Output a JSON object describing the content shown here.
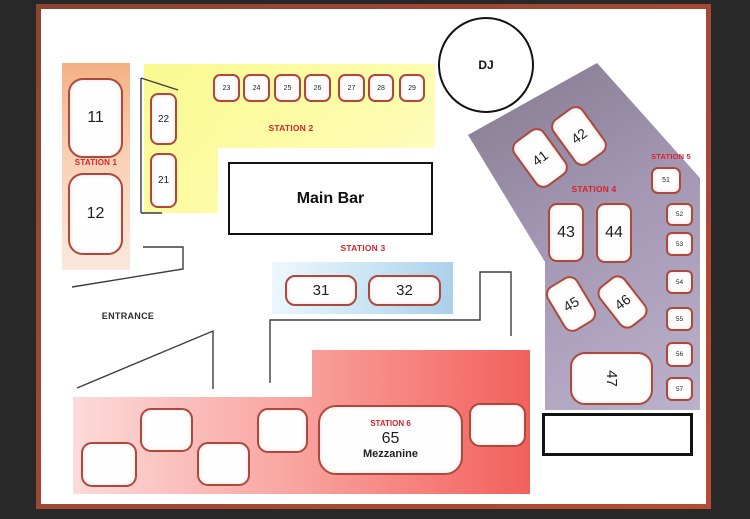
{
  "stations": {
    "s1": {
      "label": "STATION 1"
    },
    "s2": {
      "label": "STATION 2"
    },
    "s3": {
      "label": "STATION 3"
    },
    "s4": {
      "label": "STATION 4"
    },
    "s5": {
      "label": "STATION 5"
    },
    "s6": {
      "label": "STATION 6"
    }
  },
  "fixtures": {
    "dj": "DJ",
    "main_bar": "Main Bar",
    "entrance": "ENTRANCE"
  },
  "tables": {
    "t11": "11",
    "t12": "12",
    "t21": "21",
    "t22": "22",
    "t23": "23",
    "t24": "24",
    "t25": "25",
    "t26": "26",
    "t27": "27",
    "t28": "28",
    "t29": "29",
    "t31": "31",
    "t32": "32",
    "t41": "41",
    "t42": "42",
    "t43": "43",
    "t44": "44",
    "t45": "45",
    "t46": "46",
    "t47": "47",
    "t51": "51",
    "t52": "52",
    "t53": "53",
    "t54": "54",
    "t55": "55",
    "t56": "56",
    "t57": "57"
  },
  "table65": {
    "number": "65",
    "sublabel": "Mezzanine"
  },
  "colors": {
    "frame": "#a1482f",
    "outside": "#282828",
    "table_border": "#ad493c",
    "station_label_red": "#d8232a",
    "station1_fill": "#f4b183",
    "station2_fill": "#fafa90",
    "station3_fill": "#a9cfe9",
    "station4_fill_dark": "#847a8e",
    "station4_fill_light": "#bcb1cb",
    "station6_fill_light": "#fcdad8",
    "station6_fill_strong": "#f2605c"
  }
}
